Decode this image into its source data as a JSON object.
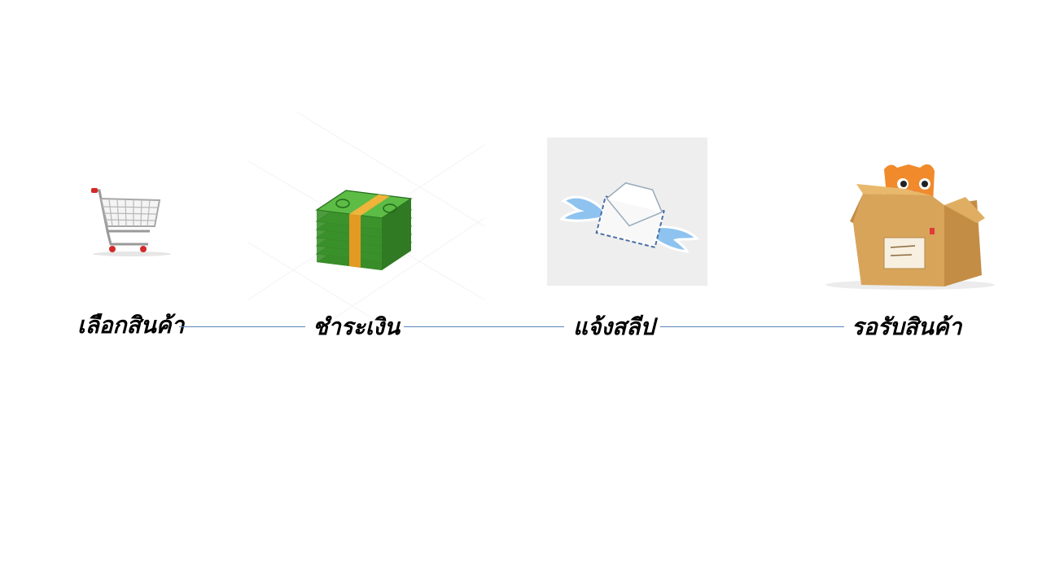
{
  "steps": [
    {
      "label": "เลือกสินค้า",
      "icon": "shopping-cart-icon"
    },
    {
      "label": "ชำระเงิน",
      "icon": "money-stack-icon"
    },
    {
      "label": "แจ้งสลีป",
      "icon": "winged-envelope-icon"
    },
    {
      "label": "รอรับสินค้า",
      "icon": "cat-in-box-icon"
    }
  ],
  "colors": {
    "connector": "#5b87b8",
    "money_green": "#3f9a2e",
    "money_band": "#f0b43a",
    "box": "#d8a45a",
    "cat": "#f08a2a",
    "wings": "#8ec3f0"
  }
}
